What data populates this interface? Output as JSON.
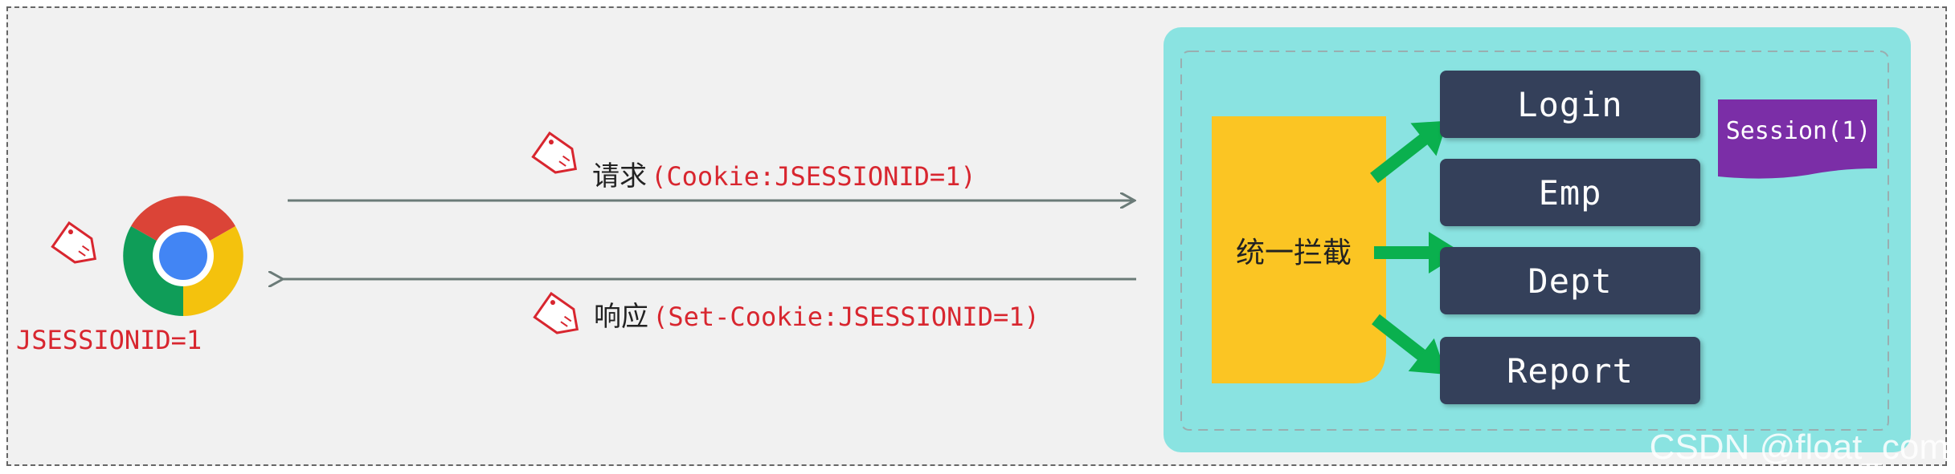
{
  "request": {
    "prefix": "请求",
    "text": "(Cookie:JSESSIONID=1)"
  },
  "response": {
    "prefix": "响应",
    "text": "(Set-Cookie:JSESSIONID=1)"
  },
  "client": {
    "cookie_label": "JSESSIONID=1",
    "browser_icon": "chrome-icon",
    "tag_icon": "tag-icon"
  },
  "server": {
    "interceptor": "统一拦截",
    "endpoints": [
      "Login",
      "Emp",
      "Dept",
      "Report"
    ],
    "session": "Session(1)"
  },
  "watermark": "CSDN @float_com",
  "colors": {
    "frame_bg": "#f1f1f1",
    "server_bg": "#8ae3e1",
    "interceptor": "#fbc523",
    "endpoint_box": "#34405a",
    "session": "#7b2ea7",
    "arrow_green": "#0ab04e",
    "label_red": "#d8262f",
    "arrow_gray": "#6b7b78"
  }
}
